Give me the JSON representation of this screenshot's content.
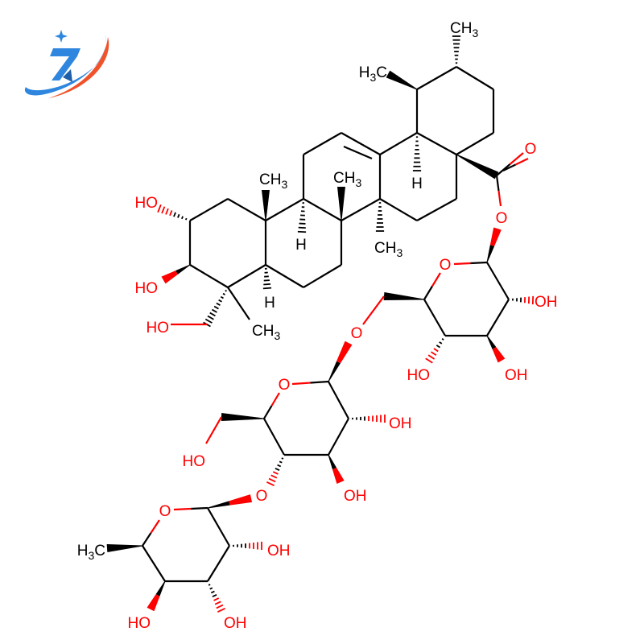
{
  "colors": {
    "carbon": "#000000",
    "oxygen": "#ff0000",
    "logo_blue": "#2e86de",
    "logo_orange": "#f0522a"
  },
  "logo": {
    "icon": "brand-logo-swoosh"
  },
  "labels": {
    "me_c20": "CH3",
    "me_c19": "H3C",
    "o_carbonyl": "O",
    "o_ester": "O",
    "h_c18": "H",
    "me_c10": "CH3",
    "me_c8": "CH3",
    "me_c14": "CH3",
    "h_c9": "H",
    "h_c5": "H",
    "me_c4": "CH3",
    "oh_c2": "HO",
    "oh_c3": "HO",
    "oh_c23": "HO",
    "s1_ring_o": "O",
    "s1_oh2": "OH",
    "s1_oh3": "OH",
    "s1_oh4": "HO",
    "s1_o6": "O",
    "s2_ring_o": "O",
    "s2_oh2": "OH",
    "s2_oh3": "OH",
    "s2_oh6": "HO",
    "s2_o4": "O",
    "s3_ring_o": "O",
    "s3_oh2": "OH",
    "s3_oh3": "OH",
    "s3_oh4": "HO",
    "s3_me": "H3C"
  }
}
